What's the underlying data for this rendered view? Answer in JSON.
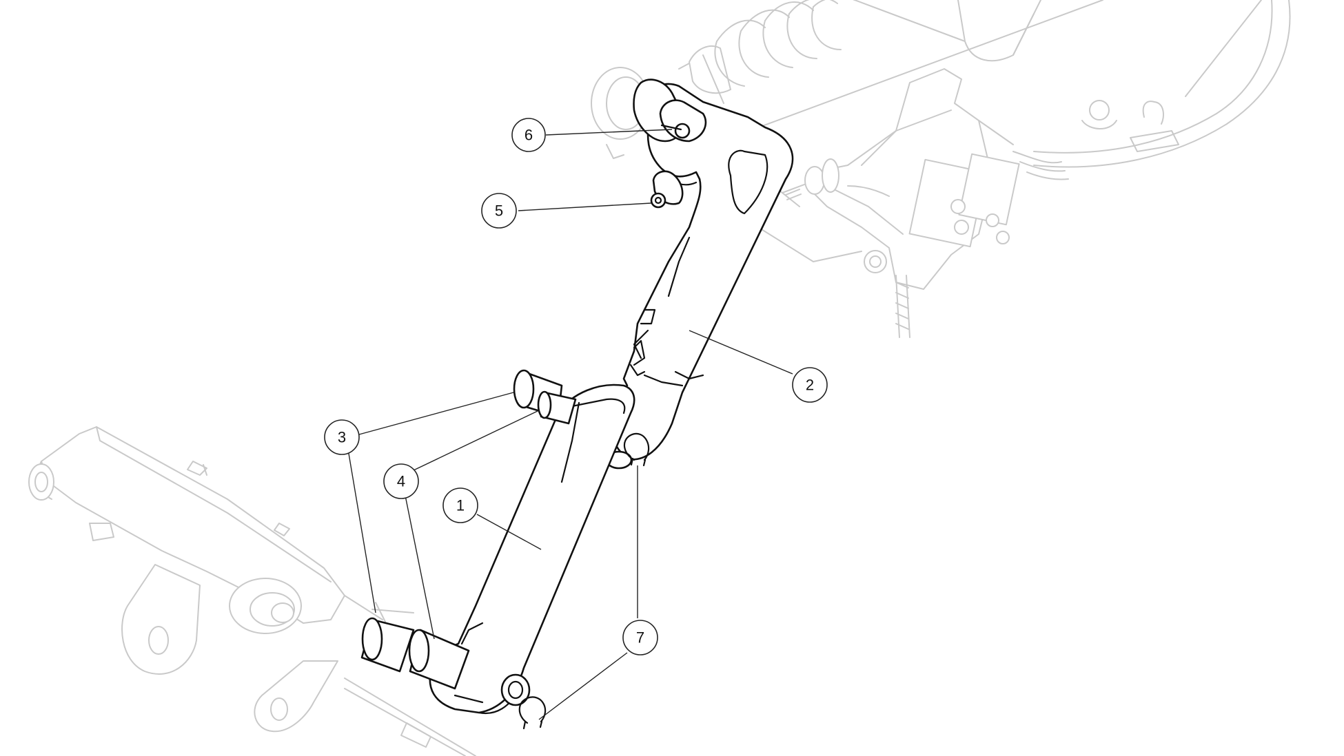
{
  "callouts": [
    {
      "id": "1",
      "label": "1"
    },
    {
      "id": "2",
      "label": "2"
    },
    {
      "id": "3",
      "label": "3"
    },
    {
      "id": "4",
      "label": "4"
    },
    {
      "id": "5",
      "label": "5"
    },
    {
      "id": "6",
      "label": "6"
    },
    {
      "id": "7",
      "label": "7"
    }
  ]
}
